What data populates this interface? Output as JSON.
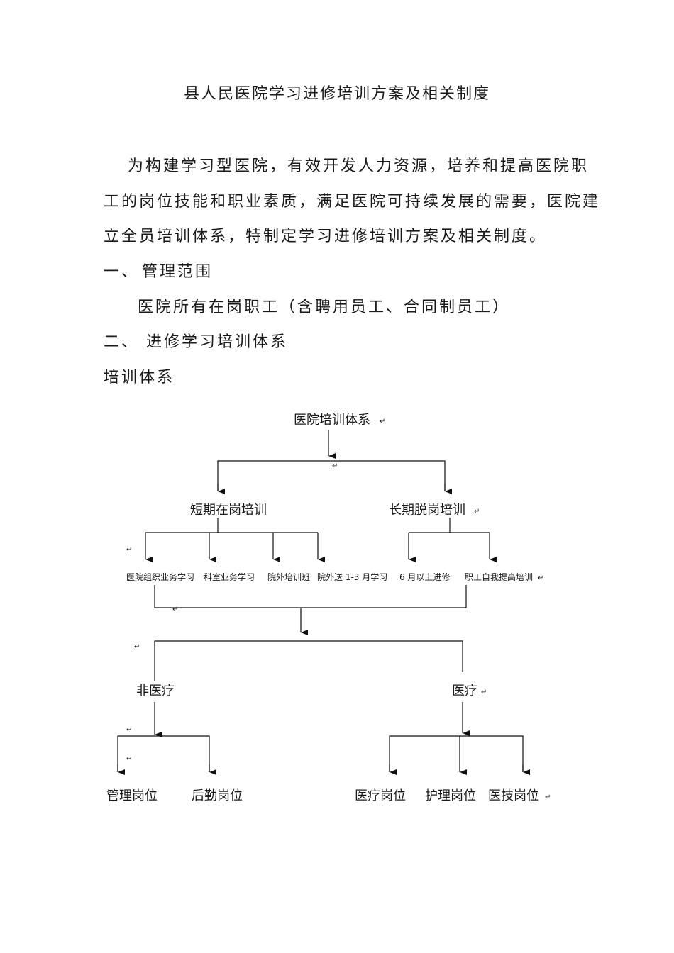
{
  "document": {
    "title": "县人民医院学习进修培训方案及相关制度",
    "intro_lines": [
      "为构建学习型医院，有效开发人力资源，培养和提高医院职",
      "工的岗位技能和职业素质，满足医院可持续发展的需要，医院建",
      "立全员培训体系，特制定学习进修培训方案及相关制度。"
    ],
    "section1": {
      "number": "一、",
      "heading": "管理范围",
      "text": "医院所有在岗职工（含聘用员工、合同制员工）"
    },
    "section2": {
      "number": "二、",
      "heading": "进修学习培训体系"
    },
    "subheading": "培训体系"
  },
  "diagram": {
    "return_mark": "↵",
    "root": "医院培训体系",
    "branches": {
      "short_term": "短期在岗培训",
      "long_term": "长期脱岗培训"
    },
    "short_items": [
      "医院组织业务学习",
      "科室业务学习",
      "院外培训班",
      "院外送 1-3 月学习"
    ],
    "long_items": [
      "6 月以上进修",
      "职工自我提高培训"
    ],
    "categories": {
      "non_medical": "非医疗",
      "medical": "医疗"
    },
    "non_medical_positions": [
      "管理岗位",
      "后勤岗位"
    ],
    "medical_positions": [
      "医疗岗位",
      "护理岗位",
      "医技岗位"
    ]
  }
}
